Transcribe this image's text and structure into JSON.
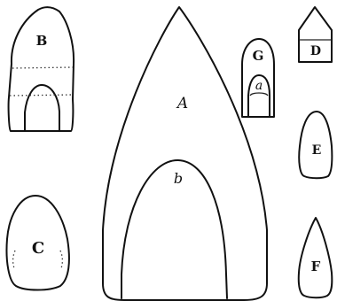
{
  "figures": {
    "A": {
      "label": "A",
      "inner_label": "b"
    },
    "B": {
      "label": "B"
    },
    "C": {
      "label": "C"
    },
    "D": {
      "label": "D"
    },
    "E": {
      "label": "E"
    },
    "F": {
      "label": "F"
    },
    "G": {
      "label": "G",
      "inner_label": "a"
    }
  }
}
